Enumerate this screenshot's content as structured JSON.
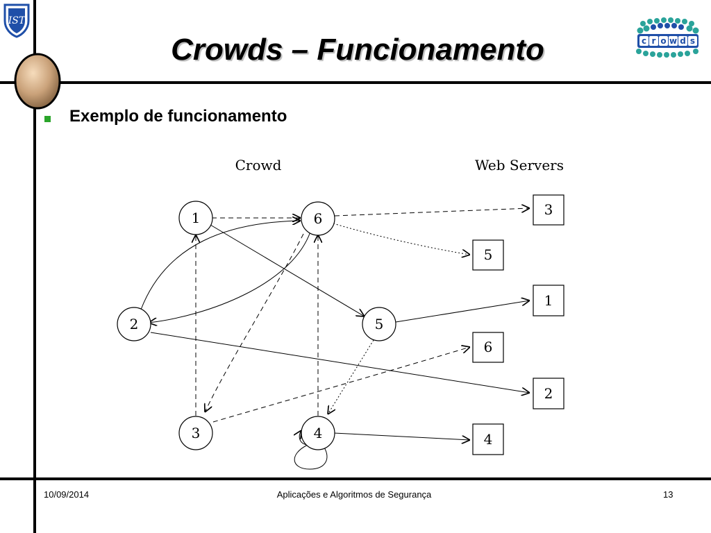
{
  "slide": {
    "title": "Crowds – Funcionamento",
    "bullet": "Exemplo de funcionamento"
  },
  "footer": {
    "date": "10/09/2014",
    "course": "Aplicações e Algoritmos de Segurança",
    "page": "13"
  },
  "logos": {
    "ist": "IST",
    "crowds": "crowds"
  },
  "diagram": {
    "crowd_label": "Crowd",
    "servers_label": "Web Servers",
    "crowd_nodes": [
      "1",
      "6",
      "2",
      "5",
      "3",
      "4"
    ],
    "servers": [
      "3",
      "5",
      "1",
      "6",
      "2",
      "4"
    ]
  },
  "colors": {
    "bullet": "#2aa52a",
    "orb": "#caa27a",
    "logo_teal": "#2aa39a",
    "logo_blue": "#1f4fa8"
  }
}
